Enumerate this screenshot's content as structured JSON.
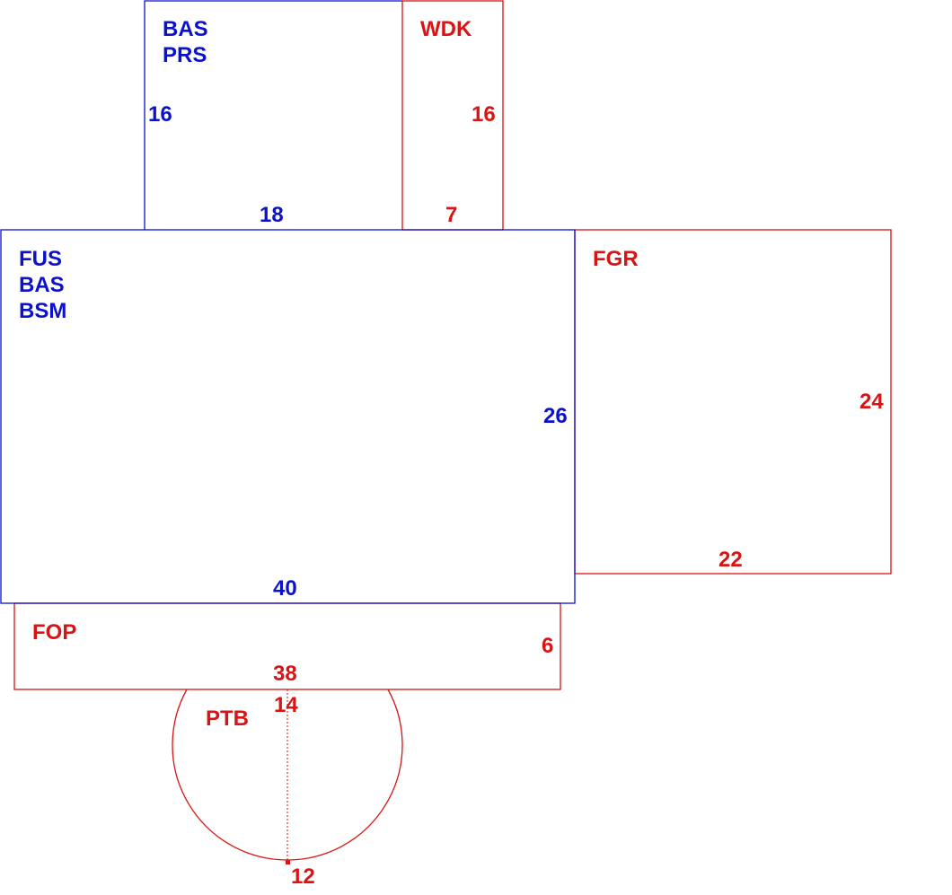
{
  "colors": {
    "living": "#0b12c9",
    "other": "#d81414"
  },
  "areas": {
    "upper_left": {
      "codes": [
        "BAS",
        "PRS"
      ],
      "dims": {
        "side": "16",
        "bottom": "18"
      }
    },
    "wood_deck": {
      "codes": [
        "WDK"
      ],
      "dims": {
        "side": "16",
        "bottom": "7"
      }
    },
    "main": {
      "codes": [
        "FUS",
        "BAS",
        "BSM"
      ],
      "dims": {
        "side": "26",
        "bottom": "40"
      }
    },
    "garage": {
      "codes": [
        "FGR"
      ],
      "dims": {
        "side": "24",
        "bottom": "22"
      }
    },
    "porch": {
      "codes": [
        "FOP"
      ],
      "dims": {
        "side": "6",
        "bottom": "38"
      }
    },
    "patio": {
      "codes": [
        "PTB"
      ],
      "dims": {
        "chord": "14",
        "depth": "12"
      }
    }
  }
}
